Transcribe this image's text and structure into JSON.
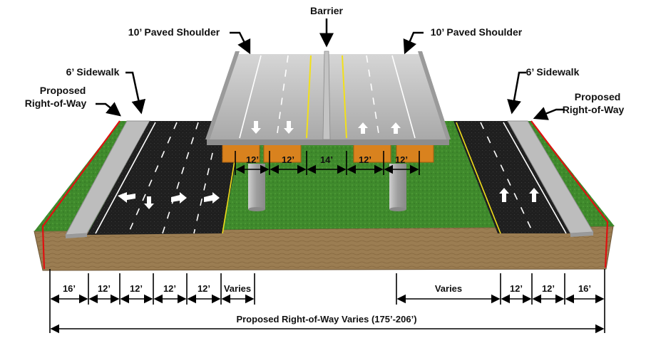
{
  "callouts": {
    "barrier": "Barrier",
    "shoulder_left": "10’ Paved Shoulder",
    "shoulder_right": "10’ Paved Shoulder",
    "sidewalk_left": "6’ Sidewalk",
    "sidewalk_right": "6’ Sidewalk",
    "row_left_line1": "Proposed",
    "row_left_line2": "Right-of-Way",
    "row_right_line1": "Proposed",
    "row_right_line2": "Right-of-Way"
  },
  "bridge_lanes": [
    "12’",
    "12’",
    "14’",
    "12’",
    "12’"
  ],
  "bottom_left_dims": [
    "16’",
    "12’",
    "12’",
    "12’",
    "12’",
    "Varies"
  ],
  "bottom_right_dims": [
    "Varies",
    "12’",
    "12’",
    "16’"
  ],
  "total_row": "Proposed Right-of-Way Varies (175’-206’)",
  "colors": {
    "asphalt": "#1f1f1f",
    "concrete": "#b9b9b9",
    "grass": "#3f8a2c",
    "soil": "#9b7d52",
    "row_line": "#e01010",
    "girder": "#d9821e",
    "yellow_line": "#f2e01a"
  }
}
